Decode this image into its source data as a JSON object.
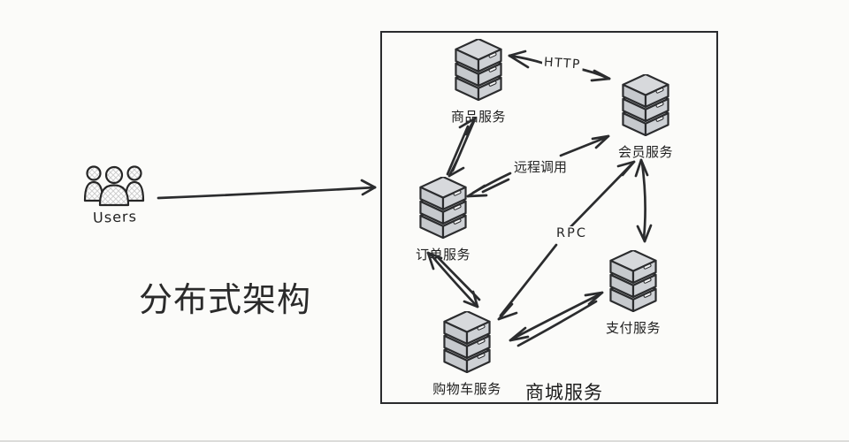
{
  "page": {
    "title_text": "分布式架构",
    "users_label": "Users"
  },
  "diagram": {
    "boundary_label": "商城服务",
    "nodes": [
      {
        "id": "product",
        "label": "商品服务"
      },
      {
        "id": "member",
        "label": "会员服务"
      },
      {
        "id": "order",
        "label": "订单服务"
      },
      {
        "id": "payment",
        "label": "支付服务"
      },
      {
        "id": "cart",
        "label": "购物车服务"
      }
    ],
    "edge_labels": {
      "http": "HTTP",
      "remote_call": "远程调用",
      "rpc": "RPC"
    },
    "icons": {
      "users": "users-group-icon",
      "node": "server-stack-icon"
    },
    "colors": {
      "background": "#fbfbf9",
      "outline": "#2b2c2e",
      "server_top": "#d7d9dc",
      "server_left": "#c6c9cd",
      "server_right": "#ced1d5",
      "boundary_border": "#2a2b2d"
    }
  }
}
